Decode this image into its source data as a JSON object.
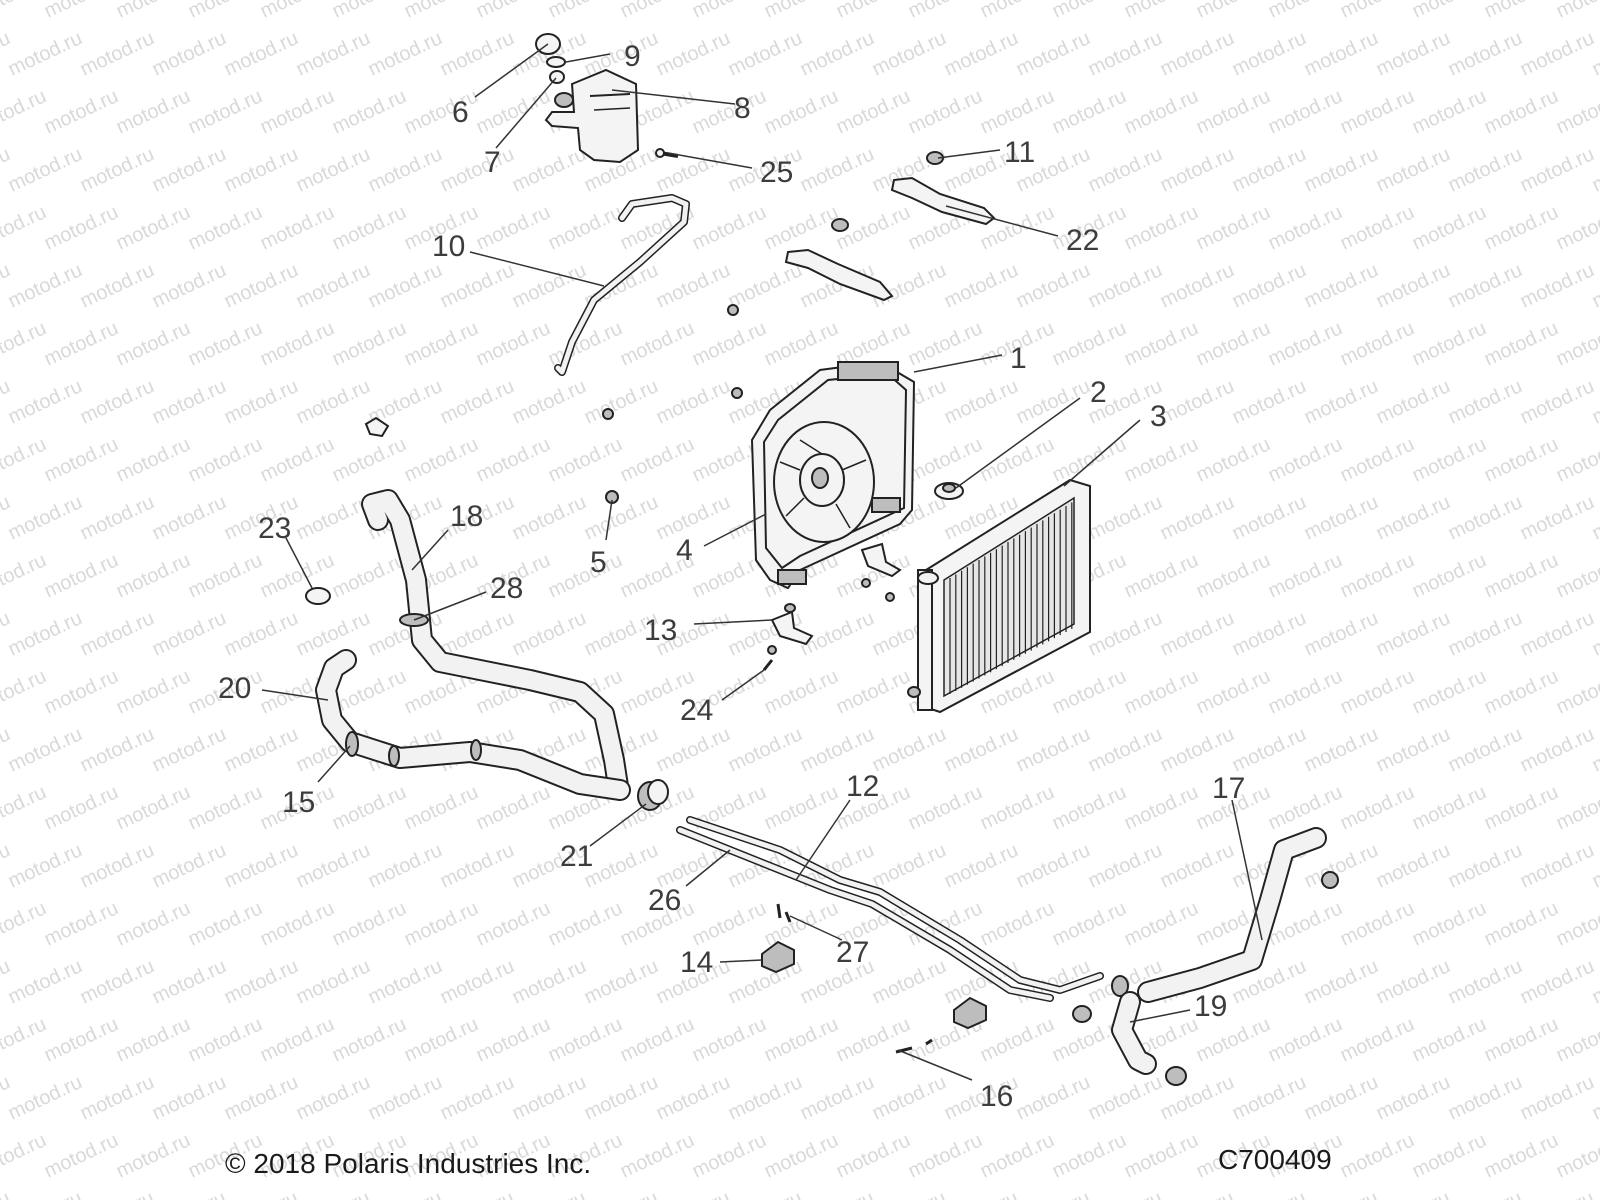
{
  "watermark": {
    "text": "motod.ru"
  },
  "footer": {
    "copyright": "© 2018 Polaris Industries Inc.",
    "code": "C700409"
  },
  "callouts": [
    {
      "id": "1",
      "label": "1"
    },
    {
      "id": "2",
      "label": "2"
    },
    {
      "id": "3",
      "label": "3"
    },
    {
      "id": "4",
      "label": "4"
    },
    {
      "id": "5",
      "label": "5"
    },
    {
      "id": "6",
      "label": "6"
    },
    {
      "id": "7",
      "label": "7"
    },
    {
      "id": "8",
      "label": "8"
    },
    {
      "id": "9",
      "label": "9"
    },
    {
      "id": "10",
      "label": "10"
    },
    {
      "id": "11",
      "label": "11"
    },
    {
      "id": "12",
      "label": "12"
    },
    {
      "id": "13",
      "label": "13"
    },
    {
      "id": "14",
      "label": "14"
    },
    {
      "id": "15",
      "label": "15"
    },
    {
      "id": "16",
      "label": "16"
    },
    {
      "id": "17",
      "label": "17"
    },
    {
      "id": "18",
      "label": "18"
    },
    {
      "id": "19",
      "label": "19"
    },
    {
      "id": "20",
      "label": "20"
    },
    {
      "id": "21",
      "label": "21"
    },
    {
      "id": "22",
      "label": "22"
    },
    {
      "id": "23",
      "label": "23"
    },
    {
      "id": "24",
      "label": "24"
    },
    {
      "id": "25",
      "label": "25"
    },
    {
      "id": "26",
      "label": "26"
    },
    {
      "id": "27",
      "label": "27"
    },
    {
      "id": "28",
      "label": "28"
    }
  ]
}
